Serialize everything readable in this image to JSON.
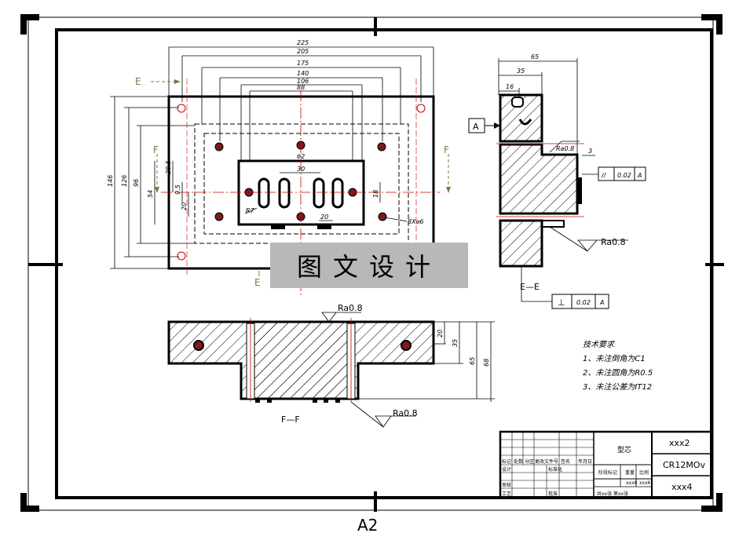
{
  "drawing": {
    "top_view": {
      "dimensions_horizontal": [
        "225",
        "205",
        "175",
        "140",
        "106",
        "88",
        "62",
        "30",
        "20"
      ],
      "dimensions_vertical": [
        "146",
        "126",
        "96",
        "54",
        "28.5",
        "9.5",
        "20",
        "18"
      ],
      "callouts": [
        "R7",
        "8X⌀6"
      ],
      "section_markers": {
        "E_left": "E",
        "E_bottom": "E",
        "F_left": "F",
        "F_right": "F"
      }
    },
    "side_view": {
      "dimensions": [
        "65",
        "35",
        "16",
        "3"
      ],
      "datum": "A",
      "roughness": [
        "Ra0.8",
        "Ra0.8"
      ],
      "parallelism": {
        "symbol": "//",
        "value": "0.02",
        "datum": "A"
      },
      "perpendicularity": {
        "symbol": "⊥",
        "value": "0.02",
        "datum": "A"
      },
      "section_label": "E—E"
    },
    "front_section": {
      "dimensions": [
        "20",
        "35",
        "65",
        "68"
      ],
      "roughness": [
        "Ra0.8",
        "Ra0.8"
      ],
      "section_label": "F—F"
    },
    "tech_requirements": {
      "title": "技术要求",
      "items": [
        "1、未注倒角为C1",
        "2、未注圆角为R0.5",
        "3、未注公差为IT12"
      ]
    }
  },
  "title_block": {
    "part_name": "型芯",
    "drawing_no": "xxx2",
    "material": "CR12MOv",
    "company": "xxx4",
    "row_labels": [
      "标记",
      "设计",
      "审核",
      "工艺"
    ],
    "column_labels": [
      "处数",
      "分区",
      "更改文件号",
      "签名",
      "年月日"
    ],
    "std_label": "标准化",
    "approve_label": "批准",
    "stage_labels": [
      "阶段标记",
      "重量",
      "比例"
    ],
    "sheet_info": "共xx张 第xx张",
    "small_marks": [
      "xxx8",
      "xxx6"
    ]
  },
  "watermark": "图文设计",
  "sheet_size": "A2"
}
